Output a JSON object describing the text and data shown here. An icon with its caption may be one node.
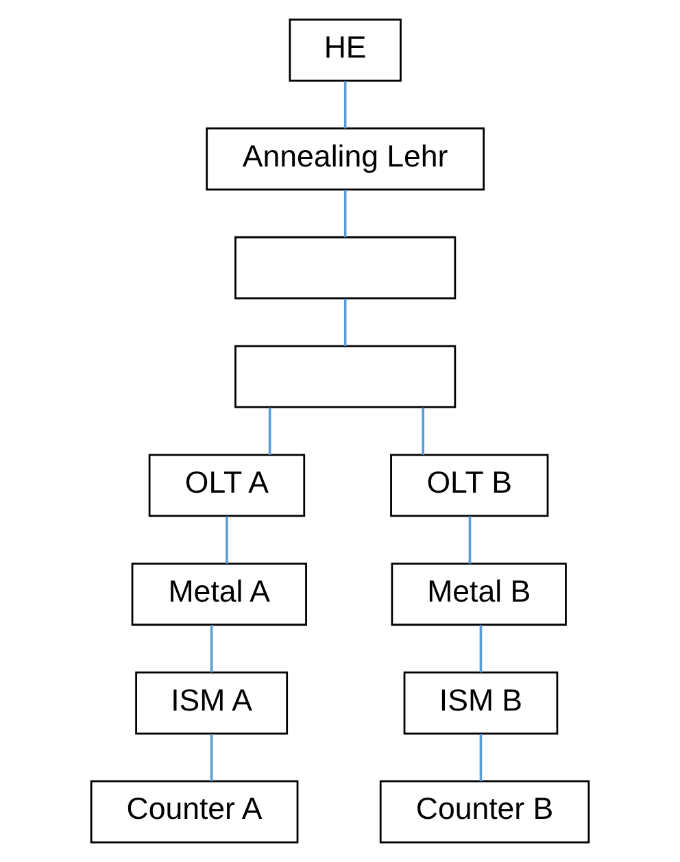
{
  "diagram": {
    "nodes": [
      {
        "text": [
          "HE"
        ]
      },
      {
        "text": [
          "Annealing Lehr"
        ]
      },
      {
        "text": [],
        "shape": "box"
      },
      {
        "text": [],
        "shape": "box"
      },
      {
        "text": [
          "OLT A"
        ]
      },
      {
        "text": [
          "Metal A"
        ]
      },
      {
        "text": [
          "ISM A"
        ]
      },
      {
        "text": [
          "Counter A"
        ]
      },
      {
        "text": [
          "OLT B"
        ]
      },
      {
        "text": [
          "Metal B"
        ]
      },
      {
        "text": [
          "ISM B"
        ]
      },
      {
        "text": [
          "Counter B"
        ]
      }
    ],
    "edges": [
      {
        "from": 0,
        "to": 1,
        "arrow": "none"
      },
      {
        "from": 1,
        "to": 2,
        "arrow": "none"
      },
      {
        "from": 2,
        "to": 3,
        "arrow": "none"
      },
      {
        "from": 3,
        "to": 4,
        "arrow": "none"
      },
      {
        "from": 3,
        "to": 8,
        "arrow": "none"
      },
      {
        "from": 4,
        "to": 5,
        "arrow": "none"
      },
      {
        "from": 5,
        "to": 6,
        "arrow": "none"
      },
      {
        "from": 6,
        "to": 7,
        "arrow": "none"
      },
      {
        "from": 8,
        "to": 9,
        "arrow": "none"
      },
      {
        "from": 9,
        "to": 10,
        "arrow": "none"
      },
      {
        "from": 10,
        "to": 11,
        "arrow": "none"
      }
    ]
  }
}
